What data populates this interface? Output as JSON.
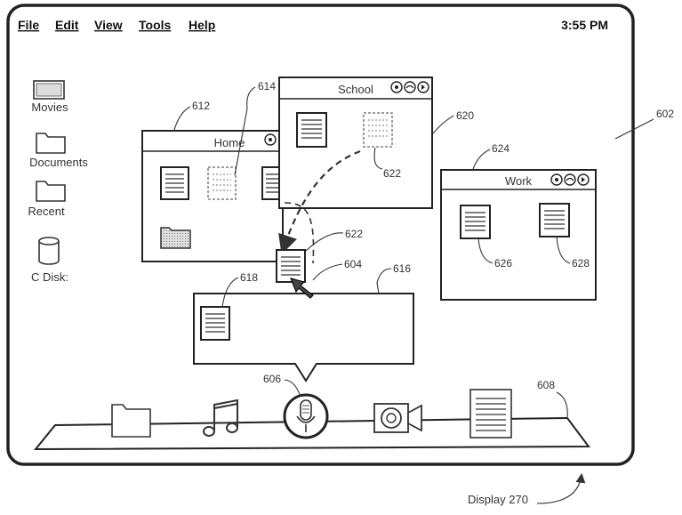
{
  "menu": {
    "items": [
      "File",
      "Edit",
      "View",
      "Tools",
      "Help"
    ],
    "clock": "3:55 PM"
  },
  "desktop_icons": [
    "Movies",
    "Documents",
    "Recent",
    "C Disk:"
  ],
  "windows": {
    "home": {
      "title": "Home"
    },
    "school": {
      "title": "School"
    },
    "work": {
      "title": "Work"
    }
  },
  "refs": {
    "display": "602",
    "home_window": "612",
    "ghost_in_home": "614",
    "school_window": "620",
    "ghost_in_school": "622",
    "dragged_doc": "622",
    "cursor": "604",
    "popup": "616",
    "popup_doc": "618",
    "mic": "606",
    "dock": "608",
    "work_window": "624",
    "work_doc_1": "626",
    "work_doc_2": "628"
  },
  "caption": "Display 270"
}
